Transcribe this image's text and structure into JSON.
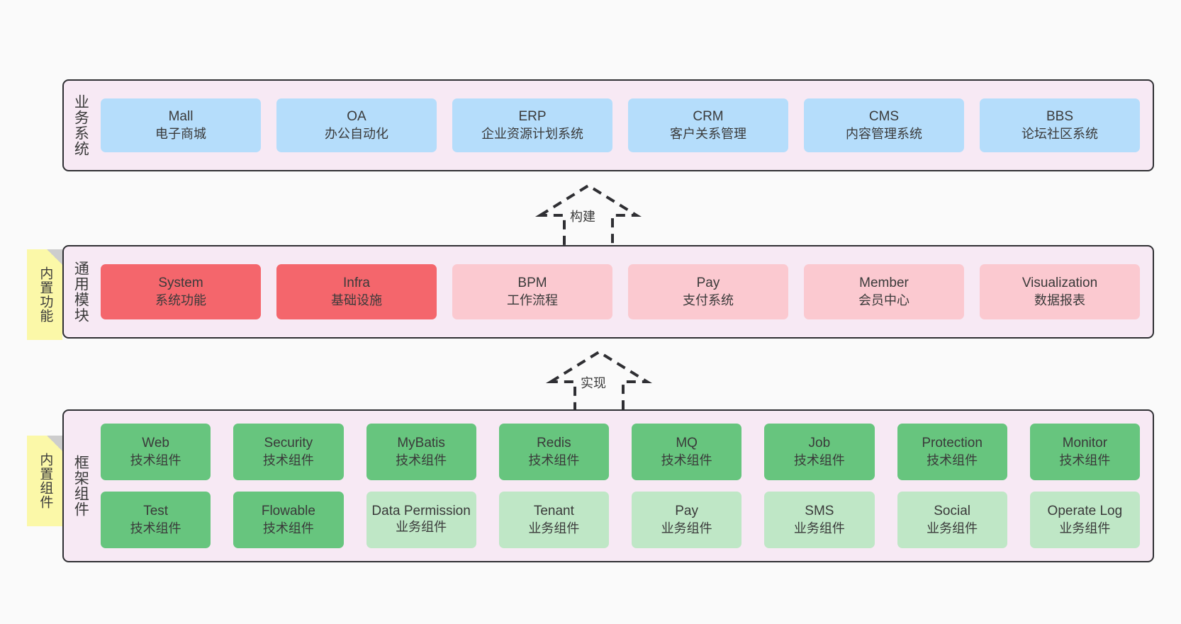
{
  "colors": {
    "page_bg": "#fafafa",
    "panel_bg": "#f7e9f4",
    "panel_border": "#2f2f33",
    "business": "#b5ddfb",
    "module_primary": "#f4666c",
    "module_secondary": "#fbc9d0",
    "component_tech": "#67c57e",
    "component_biz": "#bfe7c6",
    "note": "#fbf8a8",
    "note_fold": "#cdcdcd",
    "text": "#3a3a3a"
  },
  "layers": [
    {
      "id": "business-system",
      "title": "业务系统",
      "rows": [
        {
          "nodes": [
            {
              "name": "Mall",
              "desc": "电子商城",
              "color": "blue"
            },
            {
              "name": "OA",
              "desc": "办公自动化",
              "color": "blue"
            },
            {
              "name": "ERP",
              "desc": "企业资源计划系统",
              "color": "blue"
            },
            {
              "name": "CRM",
              "desc": "客户关系管理",
              "color": "blue"
            },
            {
              "name": "CMS",
              "desc": "内容管理系统",
              "color": "blue"
            },
            {
              "name": "BBS",
              "desc": "论坛社区系统",
              "color": "blue"
            }
          ]
        }
      ]
    },
    {
      "id": "common-module",
      "title": "通用模块",
      "note": "内置功能",
      "rows": [
        {
          "nodes": [
            {
              "name": "System",
              "desc": "系统功能",
              "color": "red"
            },
            {
              "name": "Infra",
              "desc": "基础设施",
              "color": "red"
            },
            {
              "name": "BPM",
              "desc": "工作流程",
              "color": "pink"
            },
            {
              "name": "Pay",
              "desc": "支付系统",
              "color": "pink"
            },
            {
              "name": "Member",
              "desc": "会员中心",
              "color": "pink"
            },
            {
              "name": "Visualization",
              "desc": "数据报表",
              "color": "pink"
            }
          ]
        }
      ]
    },
    {
      "id": "framework-component",
      "title": "框架组件",
      "note": "内置组件",
      "rows": [
        {
          "nodes": [
            {
              "name": "Web",
              "desc": "技术组件",
              "color": "green"
            },
            {
              "name": "Security",
              "desc": "技术组件",
              "color": "green"
            },
            {
              "name": "MyBatis",
              "desc": "技术组件",
              "color": "green"
            },
            {
              "name": "Redis",
              "desc": "技术组件",
              "color": "green"
            },
            {
              "name": "MQ",
              "desc": "技术组件",
              "color": "green"
            },
            {
              "name": "Job",
              "desc": "技术组件",
              "color": "green"
            },
            {
              "name": "Protection",
              "desc": "技术组件",
              "color": "green"
            },
            {
              "name": "Monitor",
              "desc": "技术组件",
              "color": "green"
            }
          ]
        },
        {
          "nodes": [
            {
              "name": "Test",
              "desc": "技术组件",
              "color": "green"
            },
            {
              "name": "Flowable",
              "desc": "技术组件",
              "color": "green"
            },
            {
              "name": "Data Permission",
              "desc": "业务组件",
              "color": "lgreen"
            },
            {
              "name": "Tenant",
              "desc": "业务组件",
              "color": "lgreen"
            },
            {
              "name": "Pay",
              "desc": "业务组件",
              "color": "lgreen"
            },
            {
              "name": "SMS",
              "desc": "业务组件",
              "color": "lgreen"
            },
            {
              "name": "Social",
              "desc": "业务组件",
              "color": "lgreen"
            },
            {
              "name": "Operate Log",
              "desc": "业务组件",
              "color": "lgreen"
            }
          ]
        }
      ]
    }
  ],
  "arrows": [
    {
      "id": "build",
      "label": "构建"
    },
    {
      "id": "implement",
      "label": "实现"
    }
  ]
}
